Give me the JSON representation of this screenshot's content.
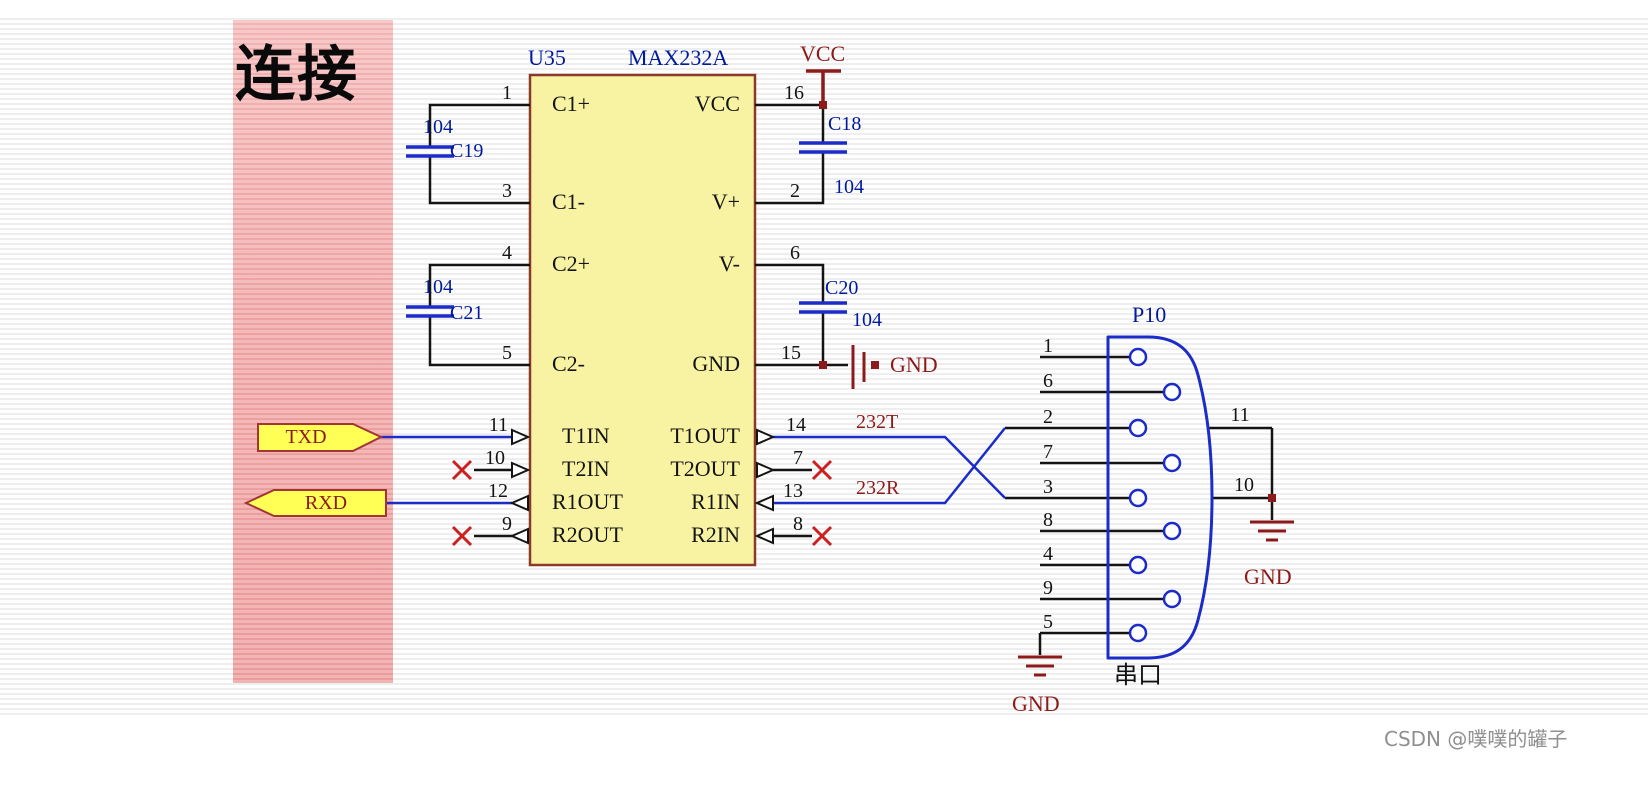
{
  "panel": {
    "title": "连接"
  },
  "chip": {
    "ref": "U35",
    "part": "MAX232A",
    "left_pins": [
      {
        "num": "1",
        "name": "C1+"
      },
      {
        "num": "3",
        "name": "C1-"
      },
      {
        "num": "4",
        "name": "C2+"
      },
      {
        "num": "5",
        "name": "C2-"
      },
      {
        "num": "11",
        "name": "T1IN"
      },
      {
        "num": "10",
        "name": "T2IN"
      },
      {
        "num": "12",
        "name": "R1OUT"
      },
      {
        "num": "9",
        "name": "R2OUT"
      }
    ],
    "right_pins": [
      {
        "num": "16",
        "name": "VCC"
      },
      {
        "num": "2",
        "name": "V+"
      },
      {
        "num": "6",
        "name": "V-"
      },
      {
        "num": "15",
        "name": "GND"
      },
      {
        "num": "14",
        "name": "T1OUT"
      },
      {
        "num": "7",
        "name": "T2OUT"
      },
      {
        "num": "13",
        "name": "R1IN"
      },
      {
        "num": "8",
        "name": "R2IN"
      }
    ]
  },
  "capacitors": {
    "c19": {
      "ref": "C19",
      "value": "104"
    },
    "c21": {
      "ref": "C21",
      "value": "104"
    },
    "c18": {
      "ref": "C18",
      "value": "104"
    },
    "c20": {
      "ref": "C20",
      "value": "104"
    }
  },
  "power": {
    "vcc_label": "VCC",
    "gnd_mid": "GND",
    "gnd_right": "GND",
    "gnd_bottom": "GND"
  },
  "ports": {
    "txd": "TXD",
    "rxd": "RXD"
  },
  "nets": {
    "t232": "232T",
    "r232": "232R"
  },
  "connector": {
    "ref": "P10",
    "caption": "串口",
    "pin_numbers": [
      "1",
      "6",
      "2",
      "7",
      "3",
      "8",
      "4",
      "9",
      "5"
    ],
    "shield_pins": [
      "11",
      "10"
    ]
  },
  "watermark": "CSDN @噗噗的罐子",
  "colors": {
    "chip_fill": "#f8f3a2",
    "chip_border": "#8b3a2a",
    "wire_black": "#141414",
    "wire_blue": "#1b2cc8",
    "label_navy": "#001a9e",
    "label_darkred": "#8b1a1a",
    "flag_fill": "#ffff55",
    "panel_pink": "#f2a8a8",
    "x_red": "#cc2020"
  }
}
